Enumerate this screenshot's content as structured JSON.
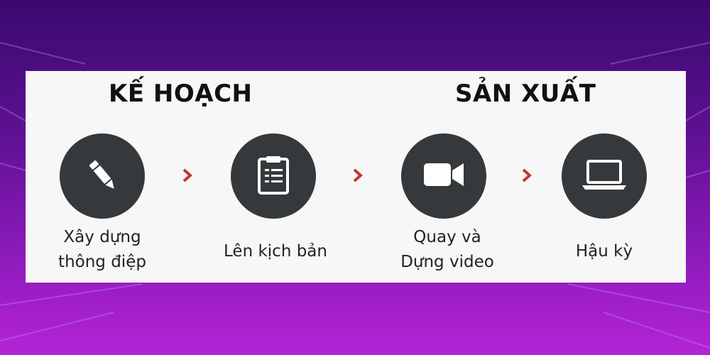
{
  "headings": {
    "plan": "KẾ HOẠCH",
    "production": "SẢN XUẤT"
  },
  "steps": [
    {
      "icon": "pencil-icon",
      "caption_line1": "Xây dựng",
      "caption_line2": "thông điệp"
    },
    {
      "icon": "clipboard-icon",
      "caption_line1": "Lên kịch bản",
      "caption_line2": ""
    },
    {
      "icon": "video-camera-icon",
      "caption_line1": "Quay và",
      "caption_line2": "Dựng video"
    },
    {
      "icon": "laptop-icon",
      "caption_line1": "Hậu kỳ",
      "caption_line2": ""
    }
  ],
  "colors": {
    "circle": "#35393b",
    "arrow": "#c0392b",
    "icon": "#ffffff"
  }
}
